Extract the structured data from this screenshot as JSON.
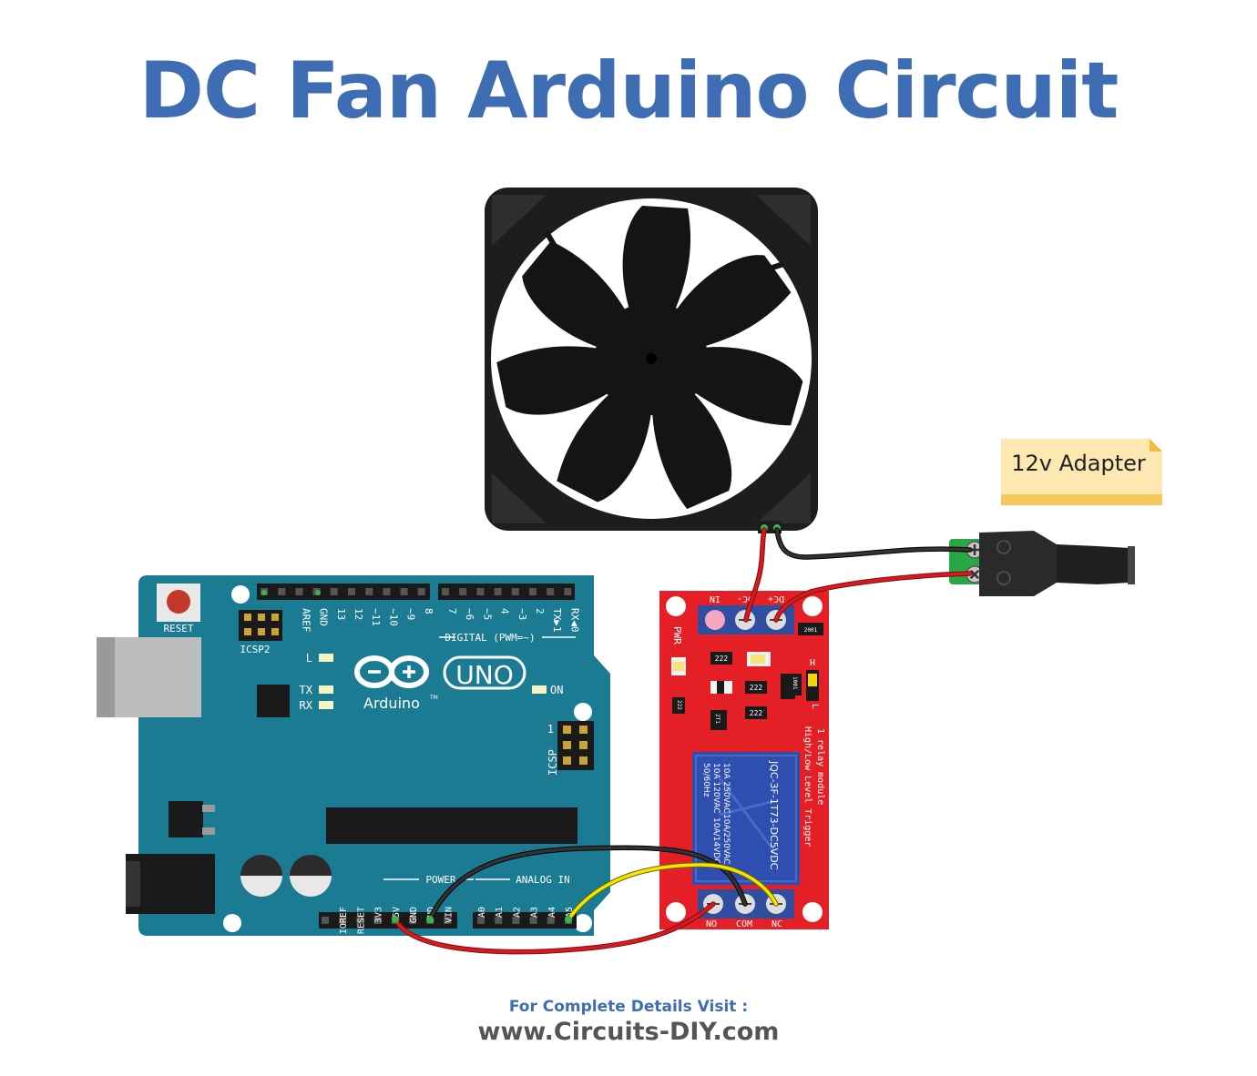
{
  "title": "DC Fan Arduino Circuit",
  "adapter_label": "12v Adapter",
  "footer": {
    "visit_text": "For Complete Details Visit :",
    "url": "www.Circuits-DIY.com"
  },
  "arduino": {
    "reset": "RESET",
    "icsp2": "ICSP2",
    "icsp": "ICSP",
    "icsp_pin1": "1",
    "uno": "UNO",
    "brand": "Arduino",
    "tm": "TM",
    "led_l": "L",
    "led_tx": "TX",
    "led_rx": "RX",
    "led_on": "ON",
    "digital_label": "DIGITAL (PWM=~)",
    "digital_pins": [
      "AREF",
      "GND",
      "13",
      "12",
      "~11",
      "~10",
      "~9",
      "8",
      "7",
      "~6",
      "~5",
      "4",
      "~3",
      "2",
      "TX▶1",
      "RX◀0"
    ],
    "power_label": "POWER",
    "analog_label": "ANALOG IN",
    "power_pins": [
      "IOREF",
      "RESET",
      "3V3",
      "5V",
      "GND",
      "GND",
      "VIN"
    ],
    "analog_pins": [
      "A0",
      "A1",
      "A2",
      "A3",
      "A4",
      "A5"
    ]
  },
  "relay": {
    "top_terminals": [
      "IN",
      "DC-",
      "DC+"
    ],
    "bottom_terminals": [
      "NO",
      "COM",
      "NC"
    ],
    "pwr": "PWR",
    "h": "H",
    "l": "L",
    "module_text_1": "1 relay module",
    "module_text_2": "High/Low Level Trigger",
    "relay_model": "JQC-3F-1T73-DC5VDC",
    "relay_spec_1": "10A 250VAC",
    "relay_spec_2": "10A/250VAC",
    "relay_spec_3": "10A 120VAC",
    "relay_spec_4": "10A/14VDC",
    "relay_spec_5": "50/60Hz",
    "resistor_1": "222",
    "resistor_2": "222",
    "resistor_3": "222",
    "resistor_4": "222",
    "resistor_5": "2001",
    "resistor_6": "1001",
    "transistor": "2T1"
  },
  "colors": {
    "title": "#3f6db3",
    "board": "#1b7b93",
    "relay": "#e41f25",
    "wire_red": "#d71920",
    "wire_black": "#222222",
    "wire_yellow": "#f5e600",
    "note": "#fde8b2"
  }
}
